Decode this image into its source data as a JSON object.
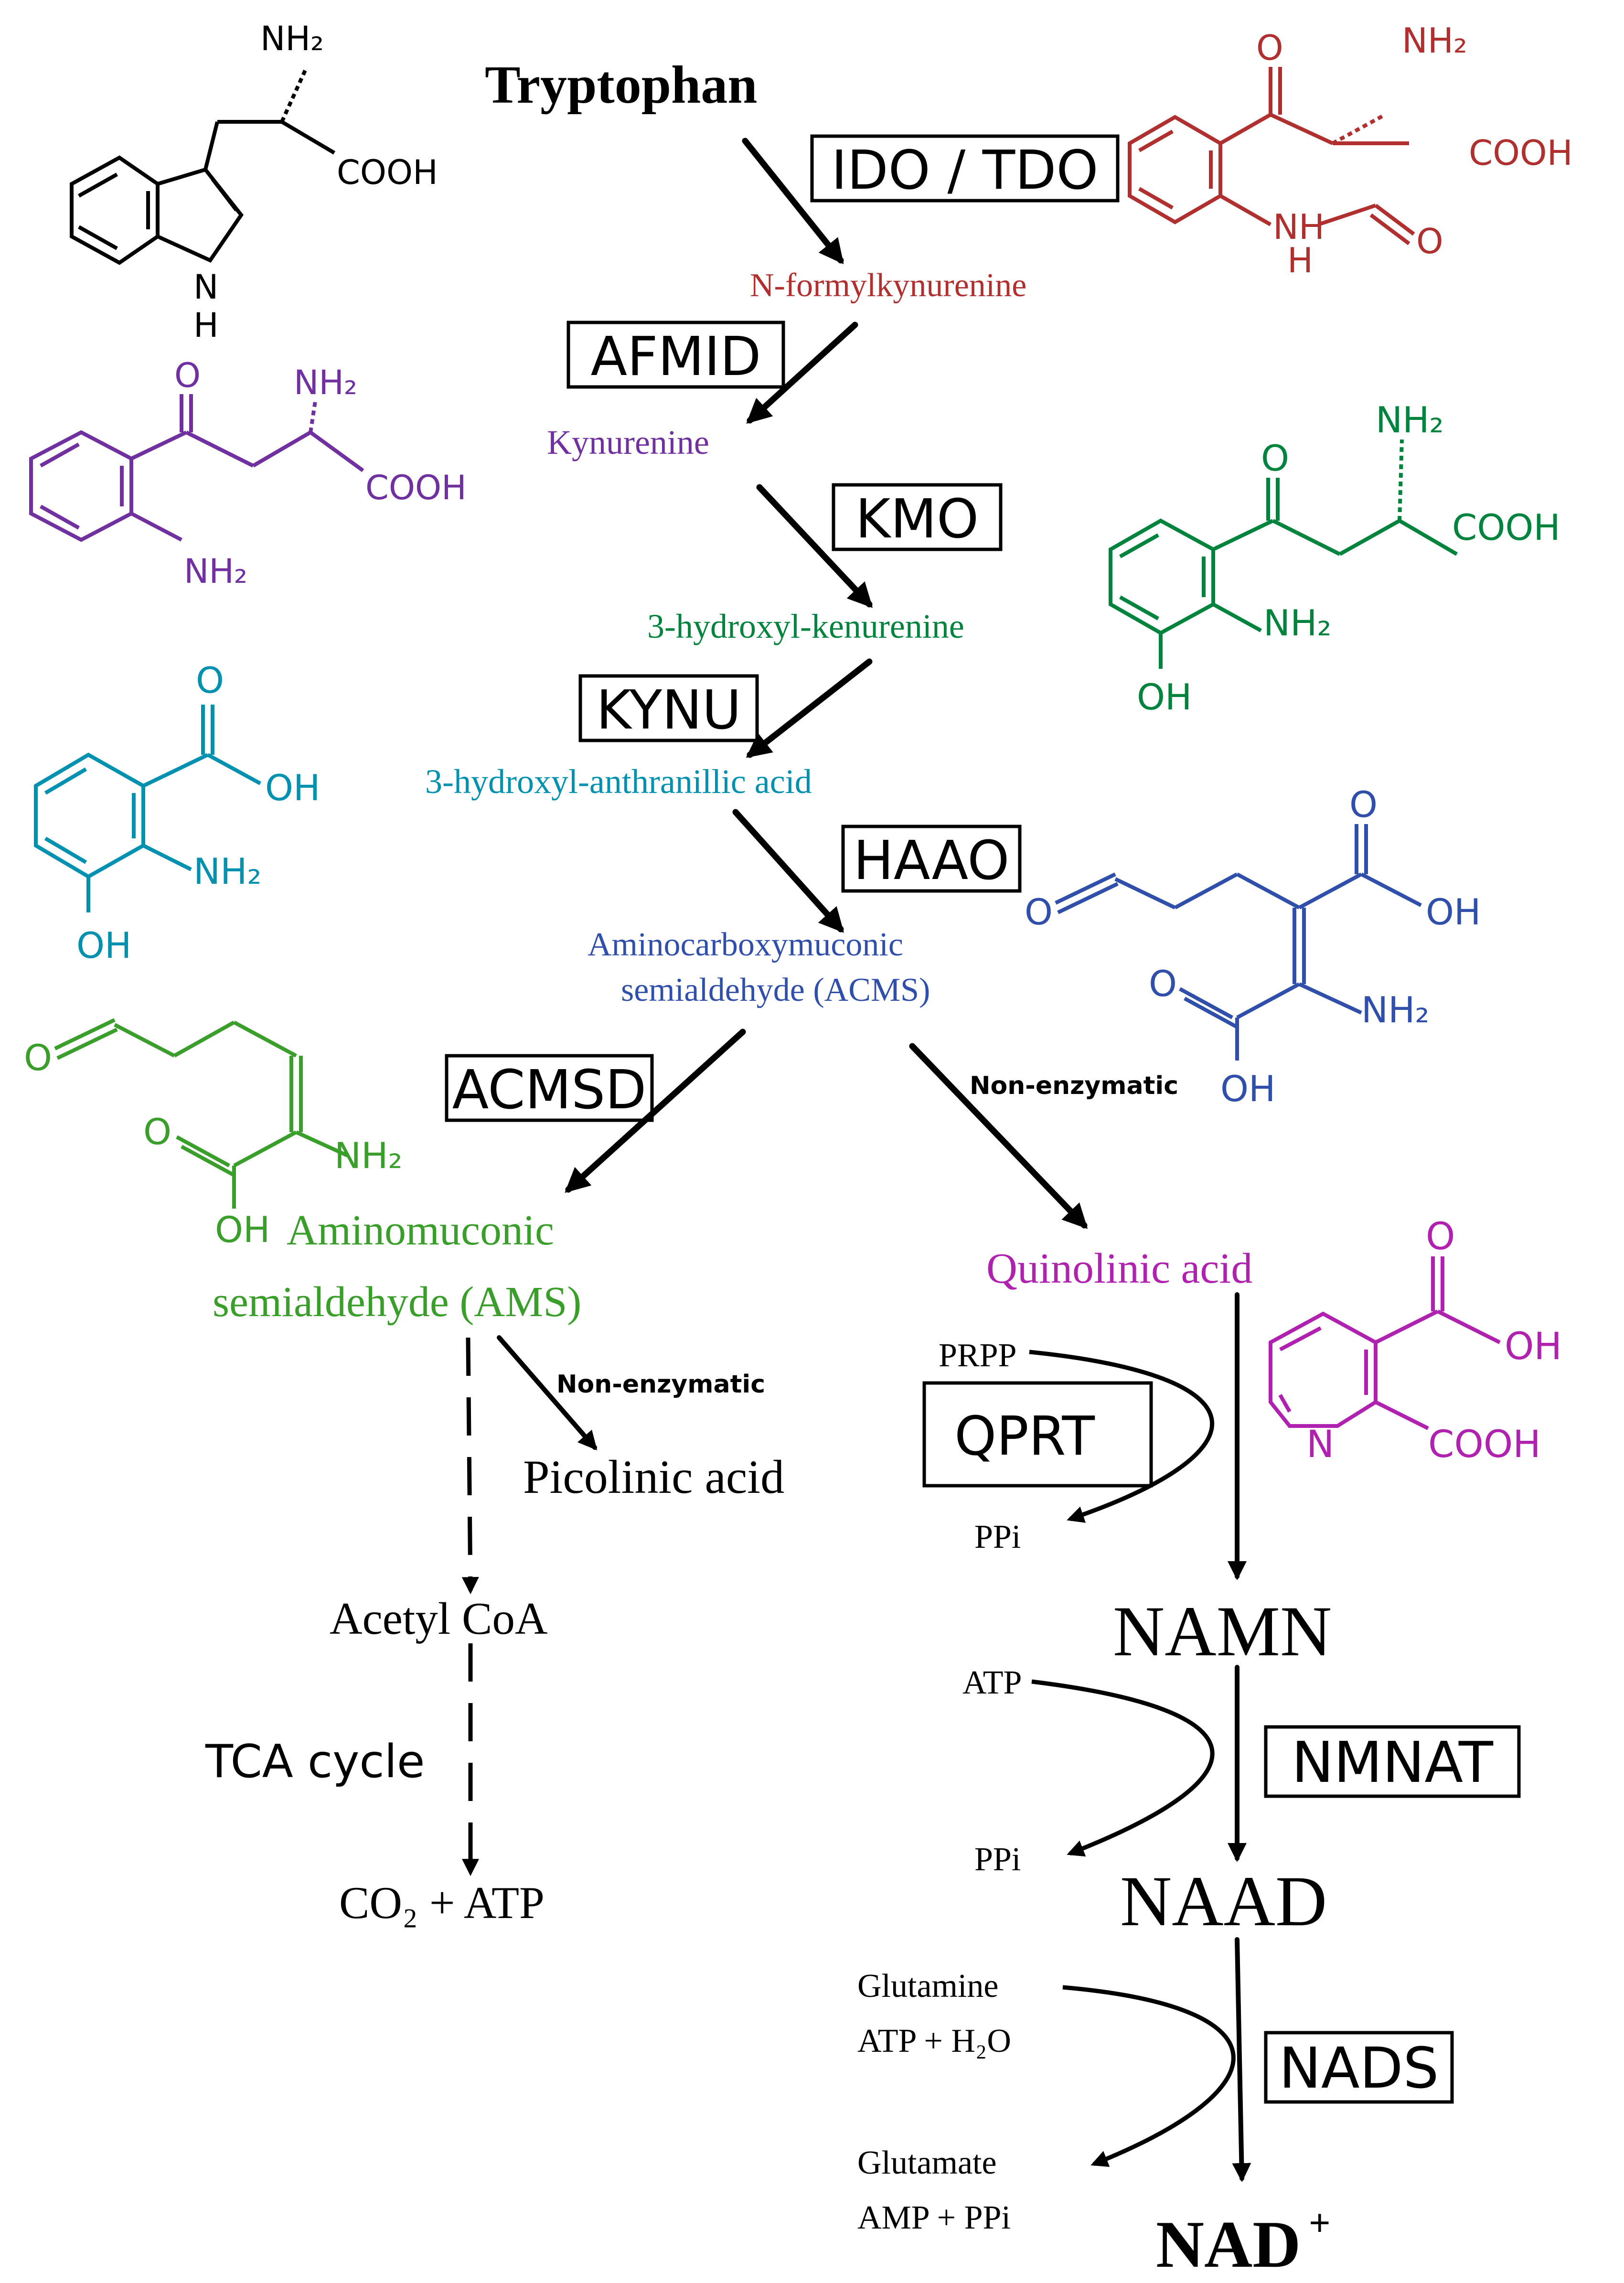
{
  "colors": {
    "black": "#000000",
    "red": "#b03030",
    "purple": "#7030a0",
    "green": "#00843d",
    "teal": "#0090b0",
    "blue": "#2f4faa",
    "lightgreen": "#3a9e2a",
    "magenta": "#b021b0"
  },
  "metabolites": {
    "tryptophan": "Tryptophan",
    "n_formylkynurenine": "N-formylkynurenine",
    "kynurenine": "Kynurenine",
    "hydroxykynurenine": "3-hydroxyl-kenurenine",
    "hydroxyanthranilic": "3-hydroxyl-anthranillic acid",
    "acms_line1": "Aminocarboxymuconic",
    "acms_line2": "semialdehyde (ACMS)",
    "ams_line1": "Aminomuconic",
    "ams_line2": "semialdehyde (AMS)",
    "quinolinic": "Quinolinic acid",
    "picolinic": "Picolinic acid",
    "acetyl_coa": "Acetyl CoA",
    "tca": "TCA cycle",
    "co2_atp": "CO₂ + ATP",
    "namn": "NAMN",
    "naad": "NAAD",
    "nad": "NAD",
    "nad_charge": "+"
  },
  "enzymes": {
    "ido_tdo": "IDO / TDO",
    "afmid": "AFMID",
    "kmo": "KMO",
    "kynu": "KYNU",
    "haao": "HAAO",
    "acmsd": "ACMSD",
    "qprt": "QPRT",
    "nmnat": "NMNAT",
    "nads": "NADS"
  },
  "notes": {
    "non_enzymatic_1": "Non-enzymatic",
    "non_enzymatic_2": "Non-enzymatic"
  },
  "cofactors": {
    "prpp": "PRPP",
    "ppi_1": "PPi",
    "atp": "ATP",
    "ppi_2": "PPi",
    "glutamine": "Glutamine",
    "atp_h2o": "ATP + H₂O",
    "glutamate": "Glutamate",
    "amp_ppi": "AMP + PPi"
  },
  "structure_labels": {
    "nh2": "NH₂",
    "cooh": "COOH",
    "oh": "OH",
    "o": "O",
    "n": "N",
    "h": "H",
    "nh": "NH"
  }
}
